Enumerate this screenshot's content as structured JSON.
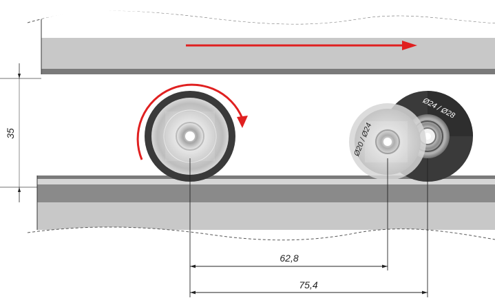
{
  "dimensions": {
    "height": "35",
    "distance_small": "62,8",
    "distance_large": "75,4"
  },
  "rollers": {
    "small_label": "Ø20 / Ø24",
    "large_label": "Ø24 / Ø28"
  },
  "colors": {
    "arrow": "#e02020",
    "belt_light": "#c8c8c8",
    "belt_dark": "#7a7a7a",
    "roller_dark": "#3a3a3a"
  }
}
